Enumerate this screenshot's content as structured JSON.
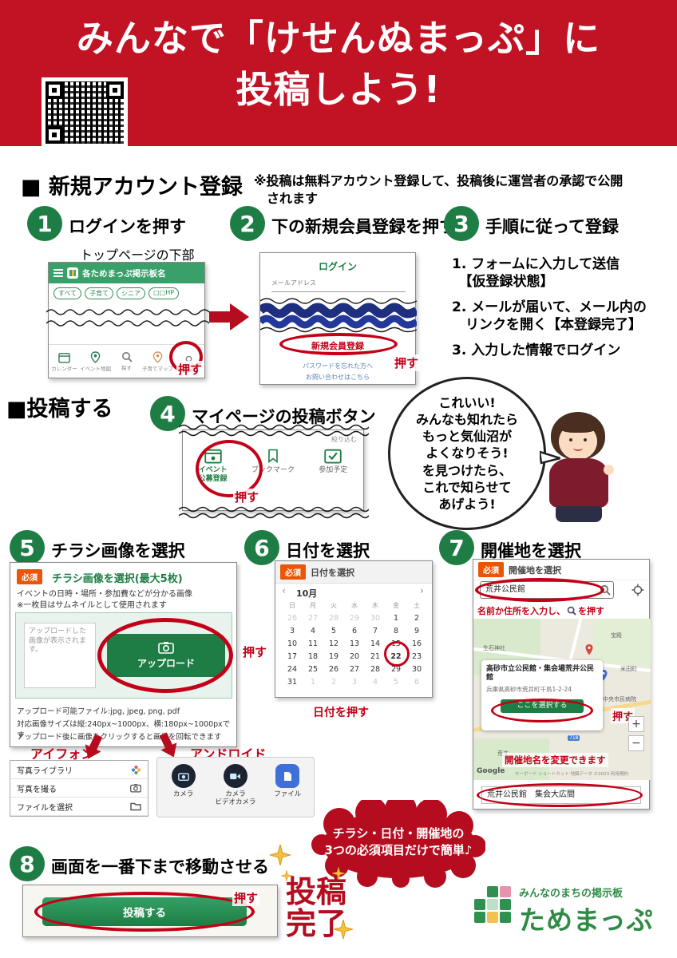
{
  "colors": {
    "header_red": "#c21325",
    "accent_red": "#c30018",
    "green": "#1e7d44",
    "app_green": "#3aa06a",
    "badge_orange": "#ea5506",
    "logo_green": "#2e8b46"
  },
  "press_label": "押す",
  "header": {
    "title_line1": "みんなで「けせんぬまっぷ」に",
    "title_line2": "投稿しよう!"
  },
  "account_section": {
    "heading": "■ 新規アカウント登録",
    "note": "※投稿は無料アカウント登録して、投稿後に運営者の承認で公開\n　されます"
  },
  "step1": {
    "num": "1",
    "title": "ログインを押す",
    "caption": "トップページの下部"
  },
  "app_screen": {
    "title": "各ためまっぷ掲示板名",
    "chips": [
      "すべて",
      "子育て",
      "シニア",
      "□□HP"
    ],
    "nav": [
      "カレンダー",
      "イベント地図",
      "探す",
      "子育てマップ",
      "ログイン"
    ]
  },
  "step2": {
    "num": "2",
    "title": "下の新規会員登録を押す"
  },
  "login_screen": {
    "title": "ログイン",
    "email_label": "メールアドレス",
    "register": "新規会員登録",
    "forgot": "パスワードを忘れた方へ",
    "contact": "お問い合わせはこちら"
  },
  "step3": {
    "num": "3",
    "title": "手順に従って登録",
    "items": [
      "1. フォームに入力して送信\n　【仮登録状態】",
      "2. メールが届いて、メール内の\n　リンクを開く【本登録完了】",
      "3. 入力した情報でログイン"
    ]
  },
  "post_section": {
    "heading": "■投稿する"
  },
  "step4": {
    "num": "4",
    "title": "マイページの投稿ボタン"
  },
  "mypage_screen": {
    "filter": "絞り込む",
    "event_button": "イベント\n公募登録",
    "bookmark": "ブックマーク",
    "schedule": "参加予定"
  },
  "speech_bubble": {
    "text": "これいい!\nみんなも知れたら\nもっと気仙沼が\nよくなりそう!\nを見つけたら、\nこれで知らせて\nあげよう!"
  },
  "step5": {
    "num": "5",
    "title": "チラシ画像を選択"
  },
  "flyer_screen": {
    "badge": "必須",
    "title": "チラシ画像を選択(最大5枚)",
    "desc1": "イベントの日時・場所・参加費などが分かる画像",
    "desc2": "※一枚目はサムネイルとして使用されます",
    "placeholder": "アップロードした画像が表示されます。",
    "upload_button": "アップロード",
    "note1": "アップロード可能ファイル:jpg, jpeg, png, pdf",
    "note2": "対応画像サイズは縦:240px~1000px、横:180px~1000pxです",
    "note3": "アップロード後に画像をクリックすると画像を回転できます"
  },
  "iphone_menu": {
    "label": "アイフォン",
    "items": [
      "写真ライブラリ",
      "写真を撮る",
      "ファイルを選択"
    ]
  },
  "android_menu": {
    "label": "アンドロイド",
    "items": [
      "カメラ",
      "カメラ\nビデオカメラ",
      "ファイル"
    ]
  },
  "step6": {
    "num": "6",
    "title": "日付を選択"
  },
  "calendar_screen": {
    "badge": "必須",
    "title": "日付を選択",
    "month": "10月",
    "prev": "‹",
    "next": "›",
    "day_headers": [
      "日",
      "月",
      "火",
      "水",
      "木",
      "金",
      "土"
    ],
    "cells": [
      {
        "t": "26",
        "cls": "muted"
      },
      {
        "t": "27",
        "cls": "muted"
      },
      {
        "t": "28",
        "cls": "muted"
      },
      {
        "t": "29",
        "cls": "muted"
      },
      {
        "t": "30",
        "cls": "muted"
      },
      {
        "t": "1"
      },
      {
        "t": "2"
      },
      {
        "t": "3"
      },
      {
        "t": "4"
      },
      {
        "t": "5"
      },
      {
        "t": "6"
      },
      {
        "t": "7"
      },
      {
        "t": "8"
      },
      {
        "t": "9"
      },
      {
        "t": "10"
      },
      {
        "t": "11"
      },
      {
        "t": "12"
      },
      {
        "t": "13"
      },
      {
        "t": "14"
      },
      {
        "t": "15"
      },
      {
        "t": "16"
      },
      {
        "t": "17"
      },
      {
        "t": "18"
      },
      {
        "t": "19"
      },
      {
        "t": "20"
      },
      {
        "t": "21"
      },
      {
        "t": "22",
        "cls": "sel"
      },
      {
        "t": "23"
      },
      {
        "t": "24"
      },
      {
        "t": "25"
      },
      {
        "t": "26"
      },
      {
        "t": "27"
      },
      {
        "t": "28"
      },
      {
        "t": "29"
      },
      {
        "t": "30"
      },
      {
        "t": "31"
      },
      {
        "t": "1",
        "cls": "muted"
      },
      {
        "t": "2",
        "cls": "muted"
      },
      {
        "t": "3",
        "cls": "muted"
      },
      {
        "t": "4",
        "cls": "muted"
      },
      {
        "t": "5",
        "cls": "muted"
      },
      {
        "t": "6",
        "cls": "muted"
      }
    ],
    "press_note": "日付を押す"
  },
  "step7": {
    "num": "7",
    "title": "開催地を選択"
  },
  "venue_screen": {
    "badge": "必須",
    "title": "開催地を選択",
    "search_value": "荒井公民館",
    "search_note_pre": "名前か住所を入力し、",
    "search_note_post": "を押す",
    "info_title": "高砂市立公民館・集会場荒井公民館",
    "info_addr": "兵庫県高砂市荒井町千鳥1-2-24",
    "select_button": "ここを選択する",
    "map_labels": [
      "生石神社",
      "宝殿",
      "米田町",
      "中央市民病院",
      "荒井"
    ],
    "route_badge": "718",
    "zoom_in": "+",
    "zoom_out": "−",
    "google": "Google",
    "attribution": "キーボード ショートカット  地図データ ©2023  利用規約",
    "change_note": "開催地名を変更できます",
    "venue_field": "荒井公民館　集会大広間"
  },
  "highlight_bubble": {
    "text": "チラシ・日付・開催地の\n3つの必須項目だけで簡単♪"
  },
  "step8": {
    "num": "8",
    "title": "画面を一番下まで移動させる"
  },
  "submit_screen": {
    "button": "投稿する"
  },
  "done": {
    "text": "投稿\n完了"
  },
  "logo": {
    "tagline": "みんなのまちの掲示板",
    "name": "ためまっぷ",
    "grid_styles": [
      "background:#ffffff",
      "background:#2f9050",
      "background:#e693ad",
      "background:#2f9050",
      "background:#bfe0c8",
      "background:#2f9050",
      "background:#2f9050",
      "background:#f2c24e",
      "background:#2f9050"
    ]
  }
}
